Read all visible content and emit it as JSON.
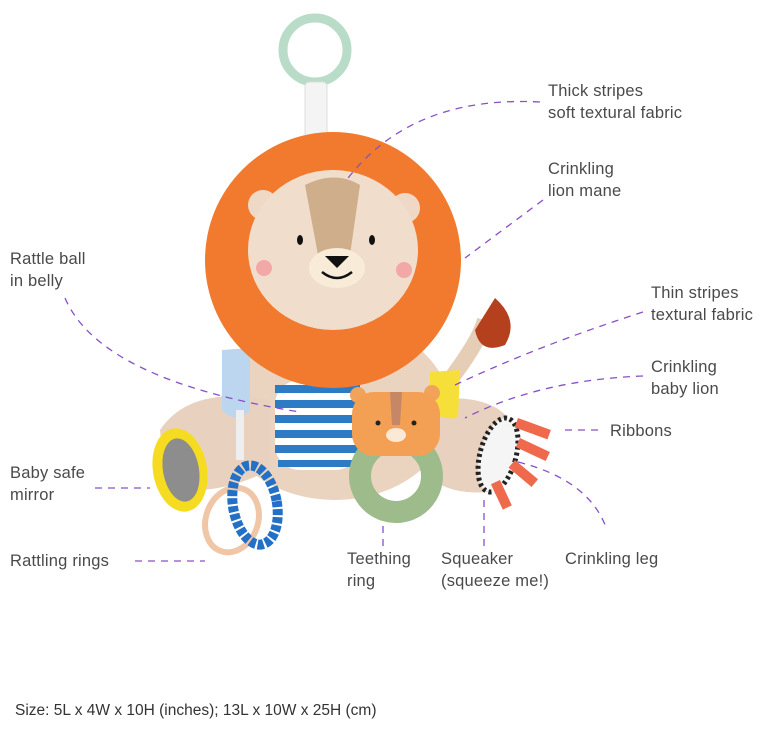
{
  "labels": {
    "thick_stripes": [
      "Thick stripes",
      "soft textural fabric"
    ],
    "lion_mane": [
      "Crinkling",
      "lion mane"
    ],
    "rattle_ball": [
      "Rattle ball",
      "in belly"
    ],
    "thin_stripes": [
      "Thin stripes",
      "textural fabric"
    ],
    "baby_lion": [
      "Crinkling",
      "baby lion"
    ],
    "ribbons": [
      "Ribbons"
    ],
    "mirror": [
      "Baby safe",
      "mirror"
    ],
    "rattling_rings": [
      "Rattling rings"
    ],
    "teething_ring": [
      "Teething",
      "ring"
    ],
    "squeaker": [
      "Squeaker",
      "(squeeze me!)"
    ],
    "crinkling_leg": [
      "Crinkling leg"
    ]
  },
  "size_text": "Size: 5L x 4W x 10H (inches); 13L x 10W x 25H (cm)",
  "colors": {
    "leader_line": "#8a4fc8",
    "mane": "#f27a2e",
    "plush": "#efd9c6",
    "stripes": "#2d7bc4"
  }
}
